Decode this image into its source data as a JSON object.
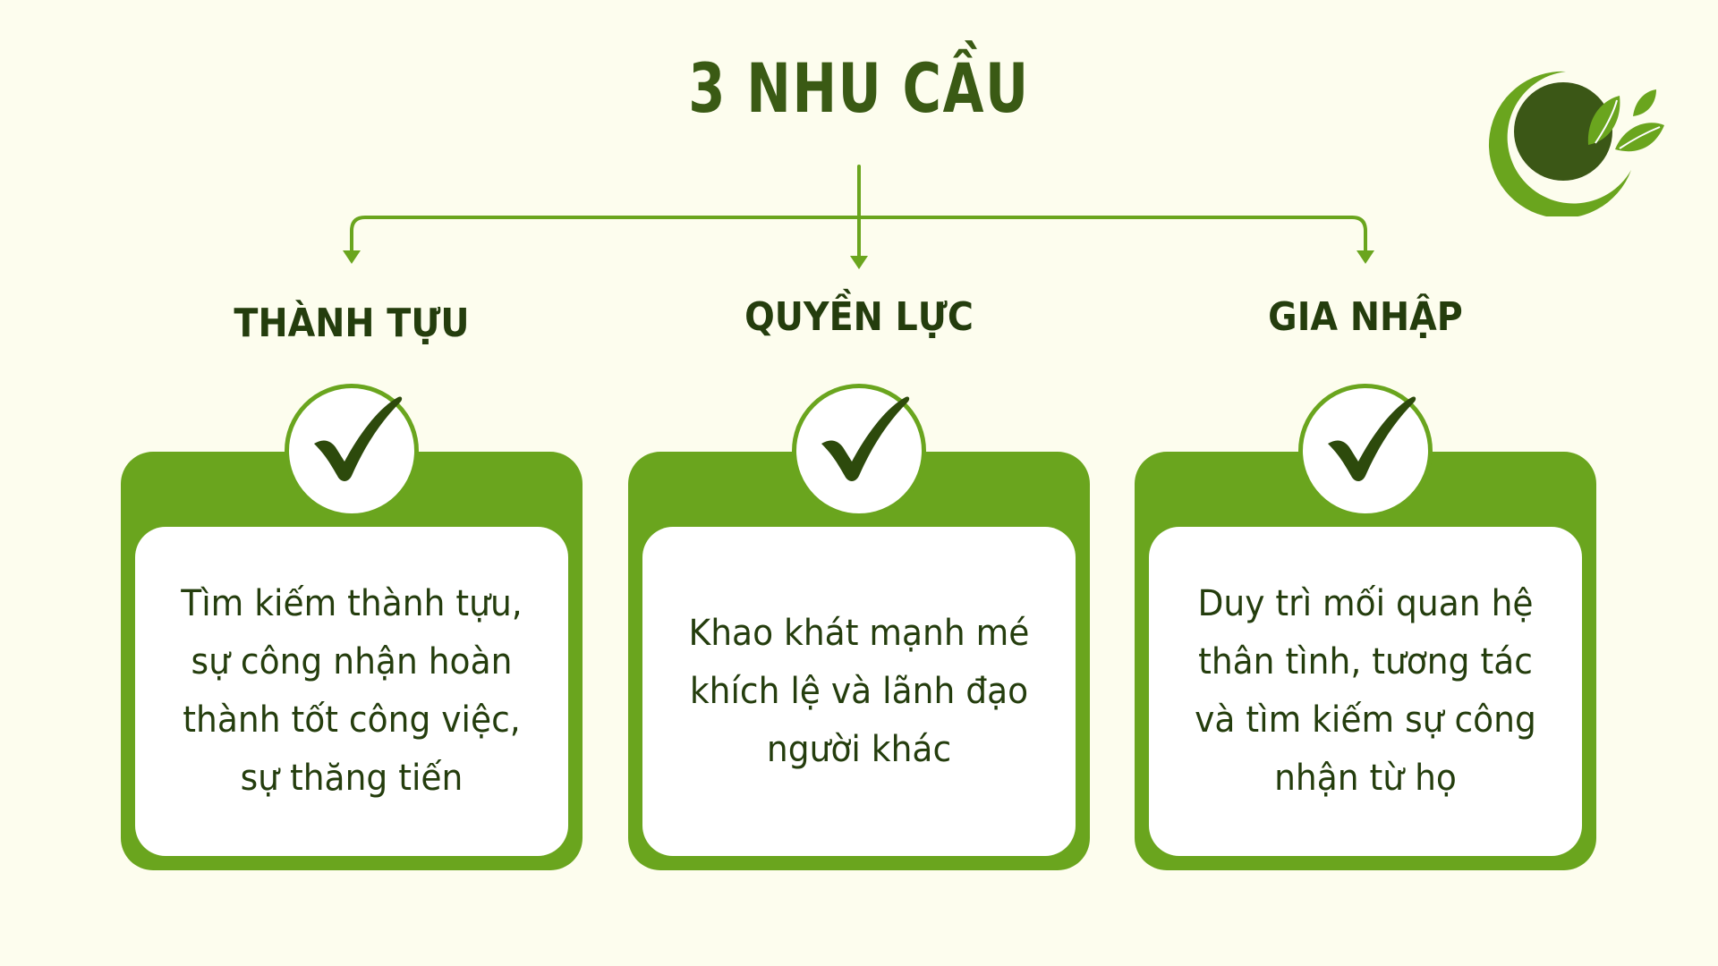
{
  "title": "3 NHU CẦU",
  "icons": {
    "logo": "leaf-moon-logo-icon",
    "check": "checkmark-icon",
    "arrow": "arrow-down-icon"
  },
  "colors": {
    "background": "#fdfdee",
    "accent_green": "#6aa51e",
    "dark_green": "#2b4a12",
    "logo_dark": "#3b5716"
  },
  "needs": [
    {
      "heading": "THÀNH TỰU",
      "description": "Tìm kiếm thành tựu, sự công nhận hoàn thành tốt công việc, sự thăng tiến"
    },
    {
      "heading": "QUYỀN LỰC",
      "description": "Khao khát mạnh mé khích lệ và lãnh đạo người khác"
    },
    {
      "heading": "GIA NHẬP",
      "description": "Duy trì mối quan hệ thân tình, tương tác và tìm kiếm sự công nhận từ họ"
    }
  ]
}
